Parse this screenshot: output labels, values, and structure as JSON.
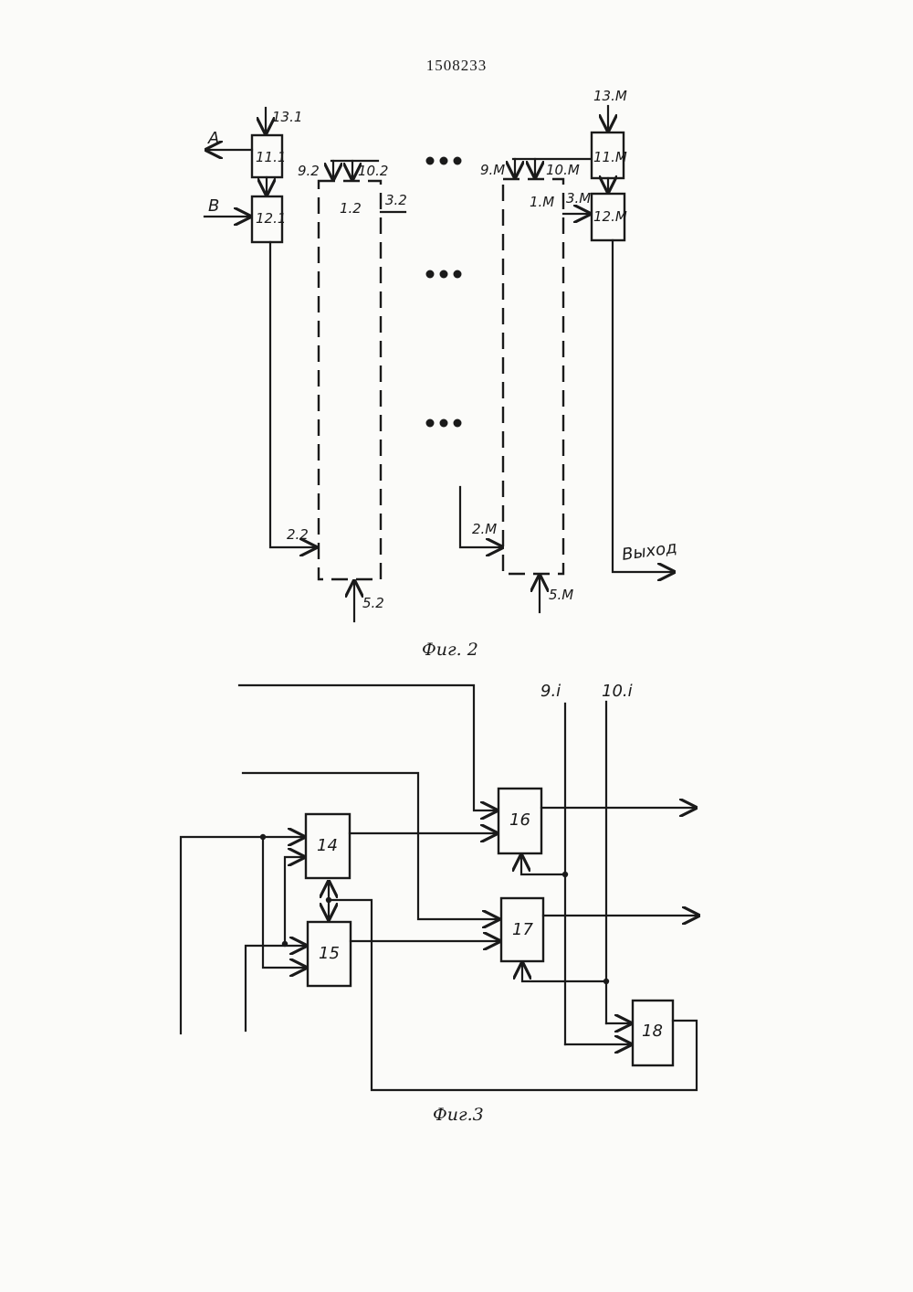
{
  "header": {
    "patent_number": "1508233"
  },
  "fig2": {
    "caption": "Фиг. 2",
    "left_input_a": "A",
    "left_input_b": "B",
    "block_11_1": "11.1",
    "block_12_1": "12.1",
    "input_13_1": "13.1",
    "label_9_2": "9.2",
    "label_10_2": "10.2",
    "block_1_2": "1.2",
    "label_3_2": "3.2",
    "label_2_2": "2.2",
    "label_5_2": "5.2",
    "label_9_m": "9.M",
    "label_10_m": "10.M",
    "block_1_m": "1.M",
    "label_3_m": "3.M",
    "label_2_m": "2.M",
    "label_5_m": "5.M",
    "block_11_m": "11.M",
    "block_12_m": "12.M",
    "input_13_m": "13.M",
    "output_label": "Выход"
  },
  "fig3": {
    "caption": "Фиг.3",
    "label_9_i": "9.i",
    "label_10_i": "10.i",
    "block_14": "14",
    "block_15": "15",
    "block_16": "16",
    "block_17": "17",
    "block_18": "18"
  }
}
